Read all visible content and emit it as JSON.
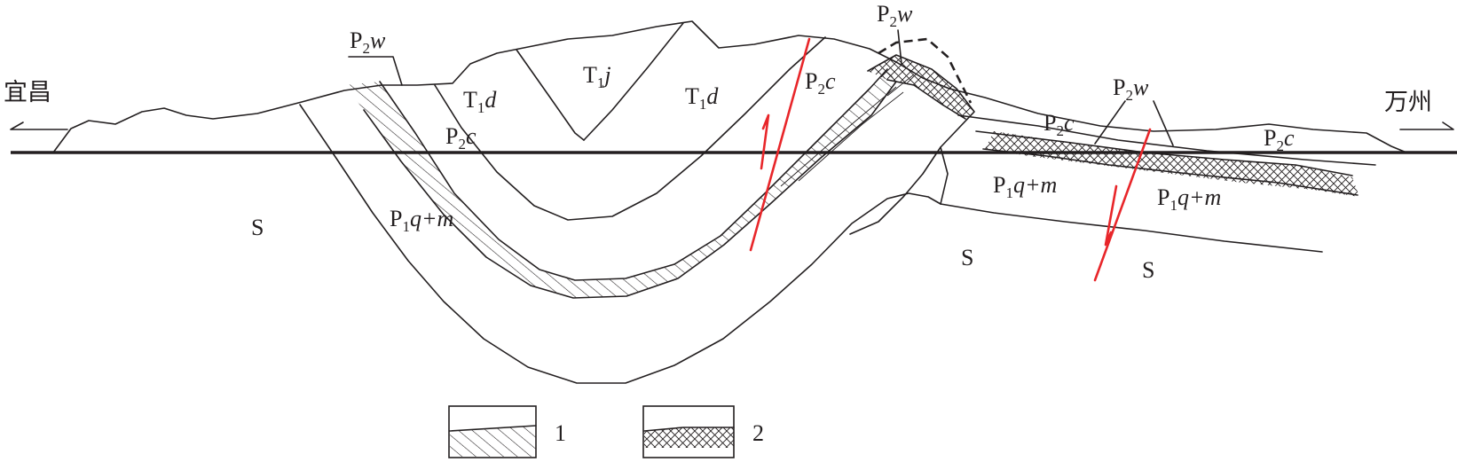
{
  "places": {
    "left": "宜昌",
    "right": "万州"
  },
  "units": {
    "s": "S",
    "p1qm": {
      "base": "P",
      "sub": "1",
      "sym": "q+m"
    },
    "p2c": {
      "base": "P",
      "sub": "2",
      "sym": "c"
    },
    "p2w": {
      "base": "P",
      "sub": "2",
      "sym": "w"
    },
    "t1d": {
      "base": "T",
      "sub": "1",
      "sym": "d"
    },
    "t1j": {
      "base": "T",
      "sub": "1",
      "sym": "j"
    }
  },
  "legend": [
    {
      "number": "1",
      "pattern": "diagonal-hatch"
    },
    {
      "number": "2",
      "pattern": "cross-hatch"
    }
  ],
  "colors": {
    "line": "#231f20",
    "fault": "#e8262a"
  }
}
